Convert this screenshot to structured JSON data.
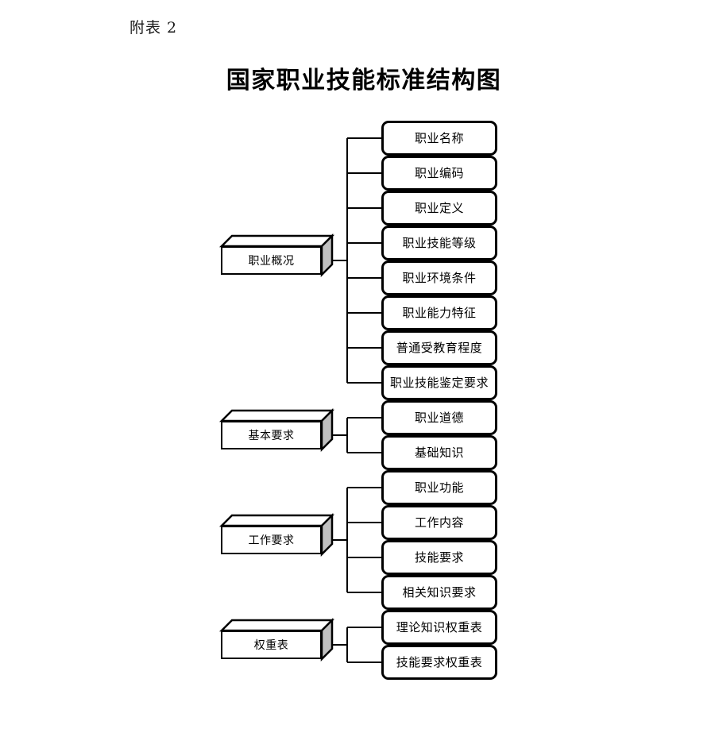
{
  "document": {
    "label": "附表 2",
    "title": "国家职业技能标准结构图"
  },
  "colors": {
    "background": "#ffffff",
    "line": "#000000",
    "box_fill": "#ffffff",
    "prism_side_fill": "#c0c0c0",
    "prism_top_fill": "#ffffff"
  },
  "diagram": {
    "type": "tree",
    "orientation": "left-to-right",
    "categories": [
      {
        "id": "overview",
        "label": "职业概况",
        "children": [
          {
            "id": "occupation-name",
            "label": "职业名称"
          },
          {
            "id": "occupation-code",
            "label": "职业编码"
          },
          {
            "id": "occupation-definition",
            "label": "职业定义"
          },
          {
            "id": "skill-level",
            "label": "职业技能等级"
          },
          {
            "id": "environment-conditions",
            "label": "职业环境条件"
          },
          {
            "id": "ability-characteristics",
            "label": "职业能力特征"
          },
          {
            "id": "general-education",
            "label": "普通受教育程度"
          },
          {
            "id": "skill-appraisal-requirements",
            "label": "职业技能鉴定要求"
          }
        ]
      },
      {
        "id": "basic-requirements",
        "label": "基本要求",
        "children": [
          {
            "id": "professional-ethics",
            "label": "职业道德"
          },
          {
            "id": "basic-knowledge",
            "label": "基础知识"
          }
        ]
      },
      {
        "id": "work-requirements",
        "label": "工作要求",
        "children": [
          {
            "id": "job-functions",
            "label": "职业功能"
          },
          {
            "id": "work-content",
            "label": "工作内容"
          },
          {
            "id": "skill-requirements",
            "label": "技能要求"
          },
          {
            "id": "related-knowledge",
            "label": "相关知识要求"
          }
        ]
      },
      {
        "id": "weight-tables",
        "label": "权重表",
        "children": [
          {
            "id": "theory-knowledge-weight",
            "label": "理论知识权重表"
          },
          {
            "id": "skill-requirement-weight",
            "label": "技能要求权重表"
          }
        ]
      }
    ]
  }
}
